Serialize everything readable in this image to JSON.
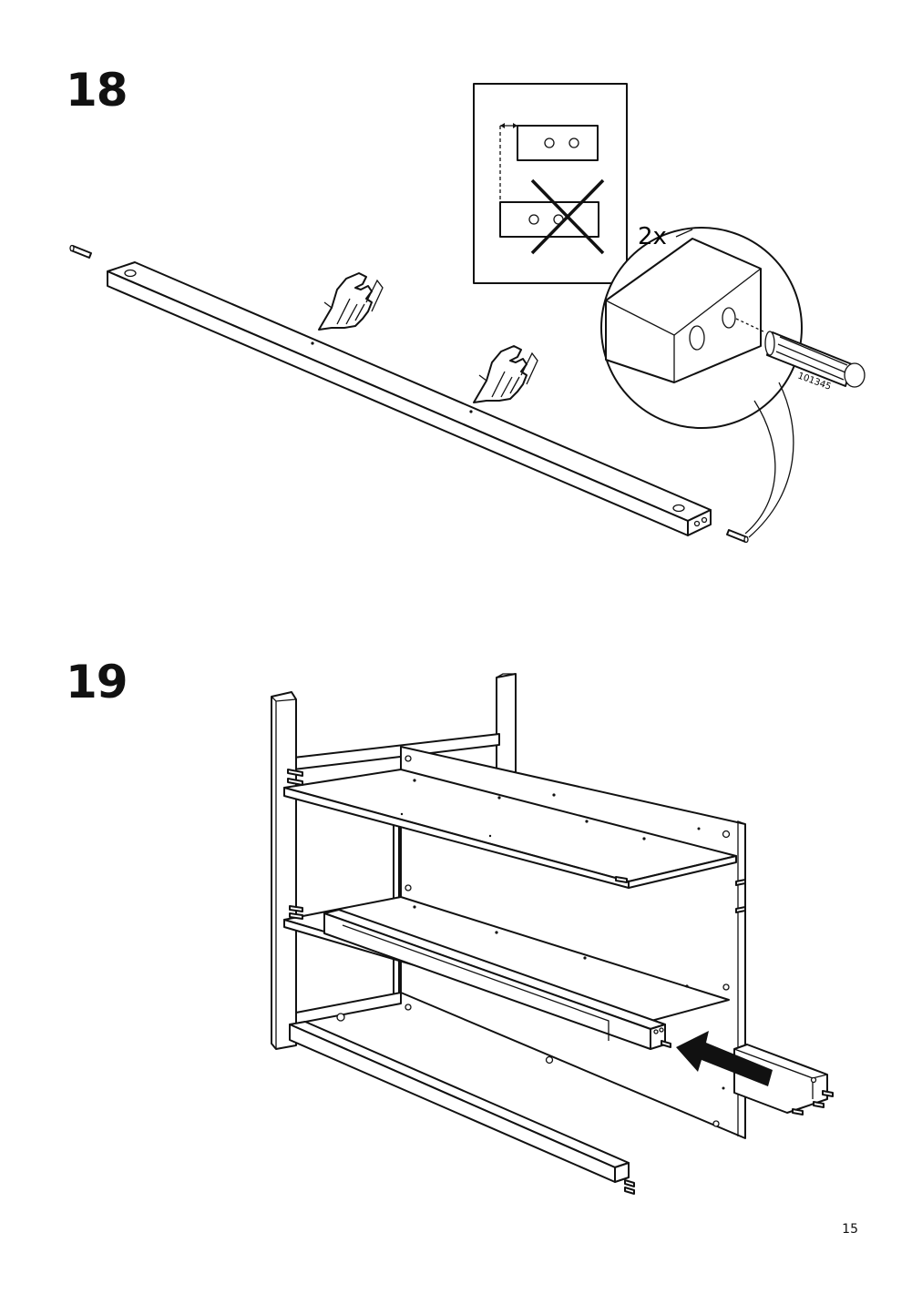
{
  "steps": [
    {
      "number": "18"
    },
    {
      "number": "19"
    }
  ],
  "step18": {
    "quantity_label": "2x",
    "part_number": "101345"
  },
  "page": {
    "number": "15"
  }
}
